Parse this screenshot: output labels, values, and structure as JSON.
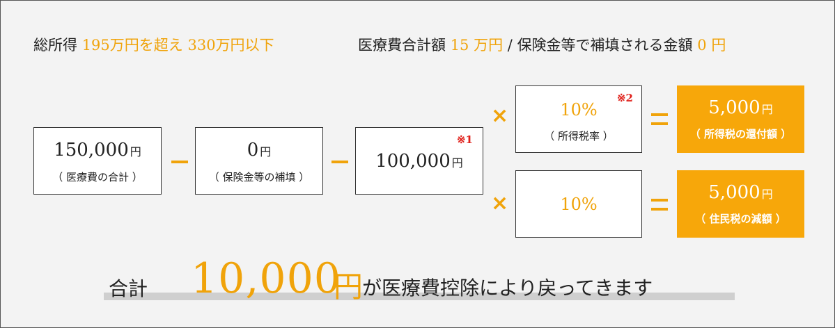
{
  "header": {
    "left_prefix": "総所得",
    "left_range_low": "195",
    "left_range_mid": "万円を超え",
    "left_range_high": "330",
    "left_range_end": "万円以下",
    "right_prefix": "医療費合計額",
    "right_amount": "15",
    "right_unit": "万円",
    "right_sep": "/",
    "right_label": "保険金等で補填される金額",
    "right_amount2": "0",
    "right_unit2": "円"
  },
  "boxes": {
    "medical_total": {
      "amount": "150,000",
      "yen": "円",
      "label": "（ 医療費の合計 ）"
    },
    "insurance": {
      "amount": "0",
      "yen": "円",
      "label": "（ 保険金等の補填 ）"
    },
    "deduction": {
      "amount": "100,000",
      "yen": "円",
      "note": "※1"
    },
    "income_tax_rate": {
      "rate": "10%",
      "label": "（ 所得税率 ）",
      "note": "※2"
    },
    "resident_tax_rate": {
      "rate": "10%"
    },
    "income_tax_refund": {
      "amount": "5,000",
      "yen": "円",
      "label": "（ 所得税の還付額 ）"
    },
    "resident_tax_cut": {
      "amount": "5,000",
      "yen": "円",
      "label": "（ 住民税の減額 ）"
    }
  },
  "operators": {
    "times": "×"
  },
  "total": {
    "label": "合計",
    "amount": "10,000",
    "yen": "円",
    "suffix": "が医療費控除により戻ってきます"
  },
  "colors": {
    "accent": "#f7a70a",
    "note": "#e0201a",
    "underline": "#cfcfcf"
  }
}
